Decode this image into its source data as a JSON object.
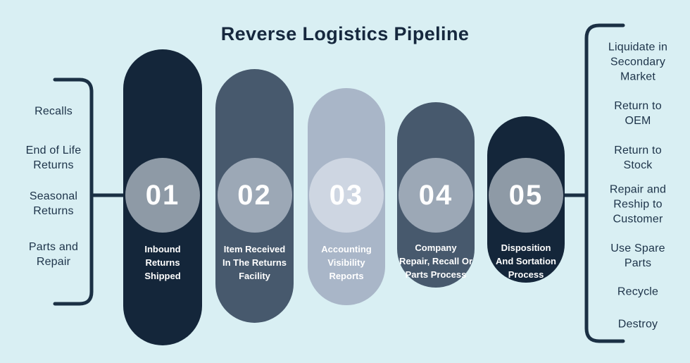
{
  "title": "Reverse Logistics Pipeline",
  "left_group": {
    "items": [
      {
        "label": "Recalls"
      },
      {
        "label": "End of Life\nReturns"
      },
      {
        "label": "Seasonal\nReturns"
      },
      {
        "label": "Parts and\nRepair"
      }
    ]
  },
  "right_group": {
    "items": [
      {
        "label": "Liquidate in\nSecondary\nMarket"
      },
      {
        "label": "Return to\nOEM"
      },
      {
        "label": "Return to\nStock"
      },
      {
        "label": "Repair and\nReship to\nCustomer"
      },
      {
        "label": "Use Spare\nParts"
      },
      {
        "label": "Recycle"
      },
      {
        "label": "Destroy"
      }
    ]
  },
  "steps": [
    {
      "number": "01",
      "label": "Inbound\nReturns\nShipped",
      "pill_color": "#14263A",
      "circle_color": "#8E9AA6"
    },
    {
      "number": "02",
      "label": "Item Received\nIn The Returns\nFacility",
      "pill_color": "#47596D",
      "circle_color": "#9CA8B6"
    },
    {
      "number": "03",
      "label": "Accounting\nVisibility\nReports",
      "pill_color": "#A9B6C8",
      "circle_color": "#CED6E2"
    },
    {
      "number": "04",
      "label": "Company\nRepair, Recall Or\nParts Process",
      "pill_color": "#47596D",
      "circle_color": "#9CA8B6"
    },
    {
      "number": "05",
      "label": "Disposition\nAnd Sortation\nProcess",
      "pill_color": "#14263A",
      "circle_color": "#8E9AA6"
    }
  ],
  "colors": {
    "background": "#D9EFF3",
    "title": "#16283E",
    "side_text": "#1D3349",
    "line": "#1B3044",
    "step_text": "#FFFFFF"
  }
}
